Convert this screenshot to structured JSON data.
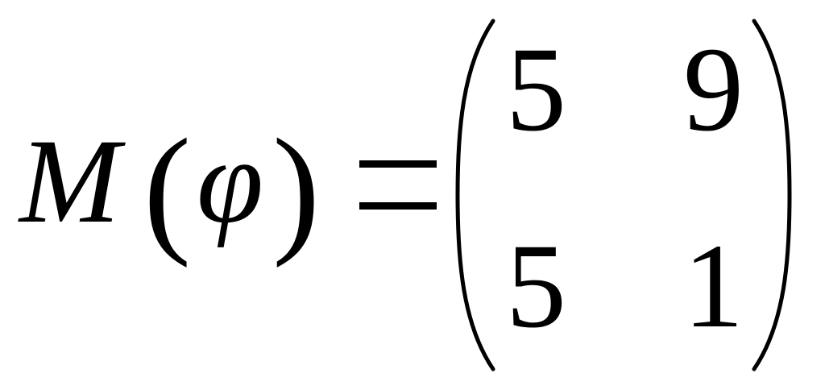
{
  "formula": {
    "function_symbol": "M",
    "open_paren": "(",
    "variable": "φ",
    "close_paren": ")",
    "equals": "=",
    "matrix": [
      [
        "5",
        "9"
      ],
      [
        "5",
        "1"
      ]
    ]
  }
}
